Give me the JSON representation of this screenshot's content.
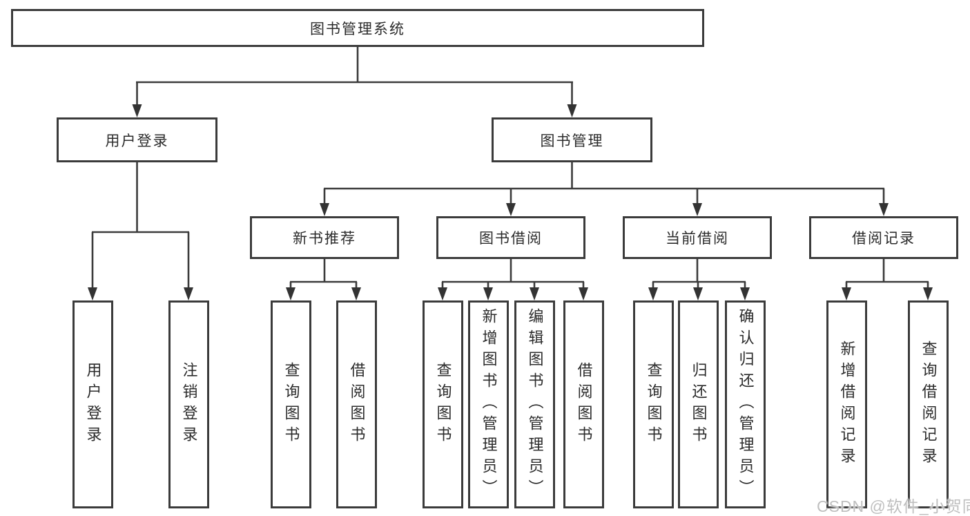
{
  "tree": {
    "root": {
      "label": "图书管理系统",
      "children": [
        {
          "label": "用户登录",
          "children": [
            {
              "label": "用户登录"
            },
            {
              "label": "注销登录"
            }
          ]
        },
        {
          "label": "图书管理",
          "children": [
            {
              "label": "新书推荐",
              "children": [
                {
                  "label": "查询图书"
                },
                {
                  "label": "借阅图书"
                }
              ]
            },
            {
              "label": "图书借阅",
              "children": [
                {
                  "label": "查询图书"
                },
                {
                  "label": "新增图书（管理员）"
                },
                {
                  "label": "编辑图书（管理员）"
                },
                {
                  "label": "借阅图书"
                }
              ]
            },
            {
              "label": "当前借阅",
              "children": [
                {
                  "label": "查询图书"
                },
                {
                  "label": "归还图书"
                },
                {
                  "label": "确认归还（管理员）"
                }
              ]
            },
            {
              "label": "借阅记录",
              "children": [
                {
                  "label": "新增借阅记录"
                },
                {
                  "label": "查询借阅记录"
                }
              ]
            }
          ]
        }
      ]
    }
  },
  "watermark": {
    "text": "CSDN @软件_小贺同学"
  },
  "colors": {
    "line": "#3b3b3b",
    "text": "#2b2b2b",
    "background": "#ffffff",
    "watermark": "#bfbfbf"
  }
}
